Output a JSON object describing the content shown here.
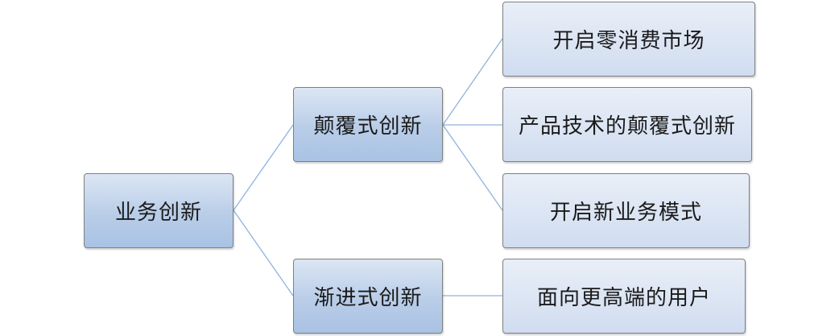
{
  "diagram": {
    "type": "tree",
    "colors": {
      "connector": "#8eb4dc",
      "node_border": "#7f7f7f",
      "level_1_fill": "#b9cde8",
      "level_2_fill": "#dae4f3"
    },
    "root": {
      "label": "业务创新",
      "children": [
        {
          "label": "颠覆式创新",
          "children": [
            {
              "label": "开启零消费市场"
            },
            {
              "label": "产品技术的颠覆式创新"
            },
            {
              "label": "开启新业务模式"
            }
          ]
        },
        {
          "label": "渐进式创新",
          "children": [
            {
              "label": "面向更高端的用户"
            }
          ]
        }
      ]
    }
  }
}
